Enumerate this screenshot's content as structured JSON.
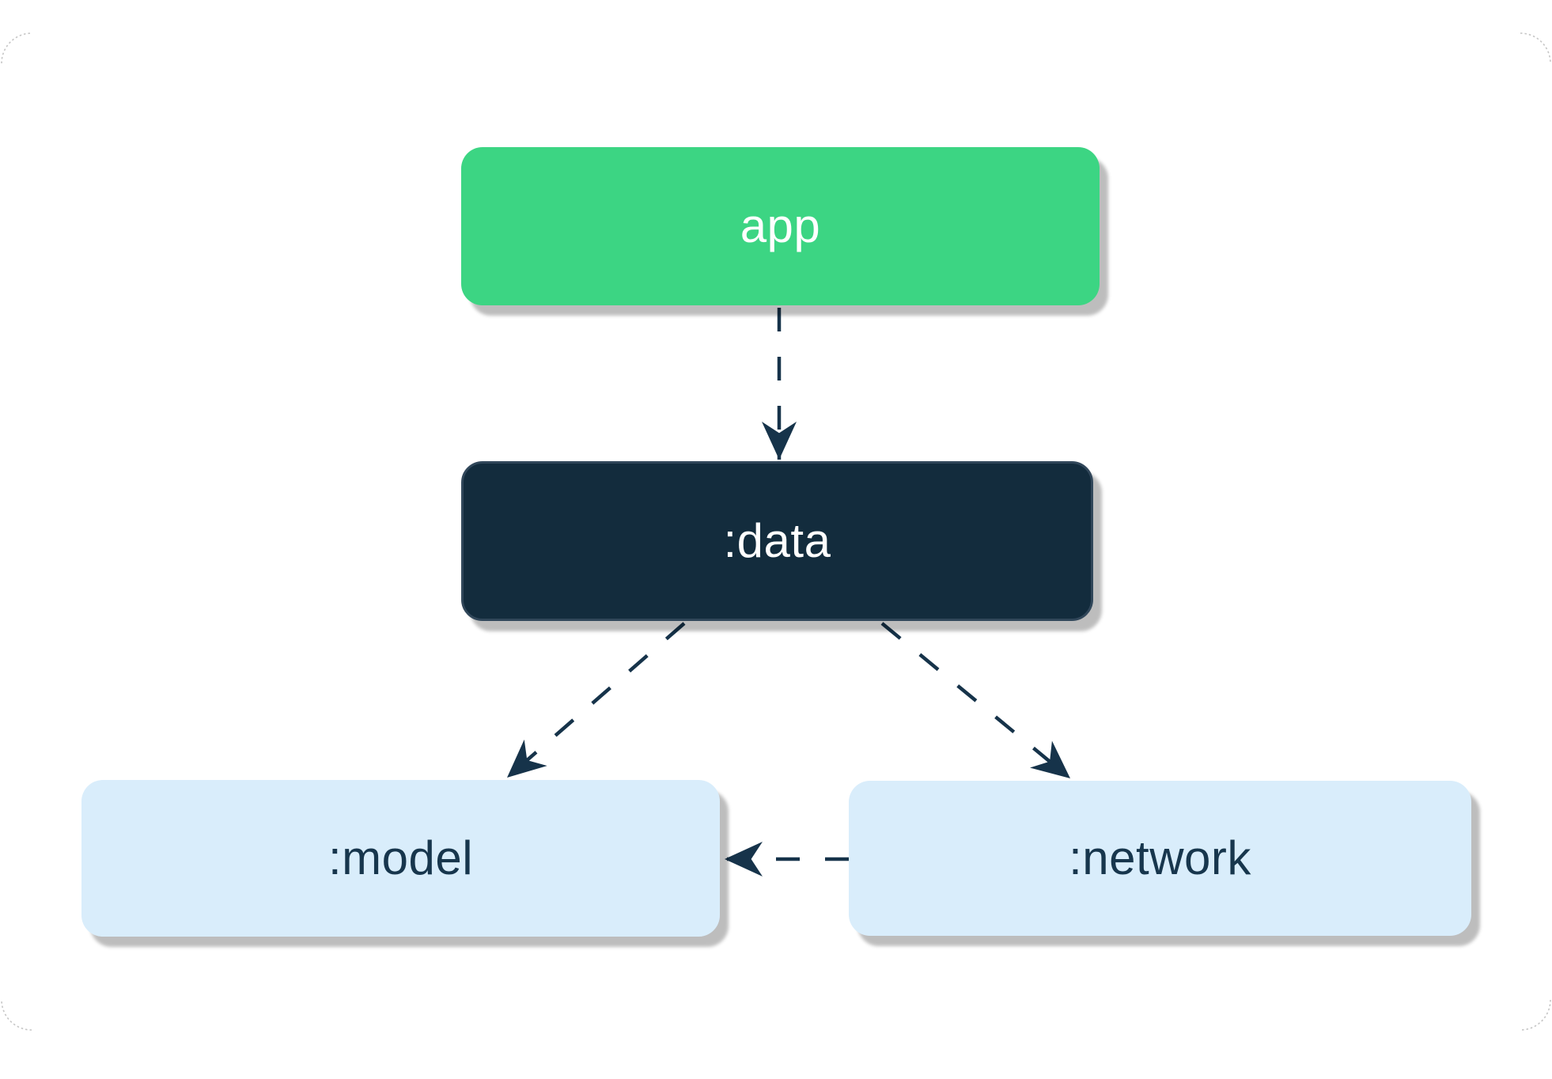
{
  "diagram": {
    "type": "module-dependency-graph",
    "nodes": [
      {
        "id": "app",
        "label": "app",
        "fill": "#3cd583",
        "text_color": "#ffffff"
      },
      {
        "id": "data",
        "label": ":data",
        "fill": "#132c3d",
        "text_color": "#ffffff"
      },
      {
        "id": "model",
        "label": ":model",
        "fill": "#d9edfb",
        "text_color": "#17364d"
      },
      {
        "id": "network",
        "label": ":network",
        "fill": "#d9edfb",
        "text_color": "#17364d"
      }
    ],
    "edges": [
      {
        "from": "app",
        "to": "data",
        "style": "dashed",
        "arrow": "vee"
      },
      {
        "from": "data",
        "to": "model",
        "style": "dashed",
        "arrow": "vee"
      },
      {
        "from": "data",
        "to": "network",
        "style": "dashed",
        "arrow": "vee"
      },
      {
        "from": "network",
        "to": "model",
        "style": "dashed",
        "arrow": "vee"
      }
    ],
    "colors": {
      "edge": "#16334a",
      "shadow": "#bdbdbd",
      "background": "#ffffff",
      "window_corner": "#c6c6c6"
    }
  }
}
